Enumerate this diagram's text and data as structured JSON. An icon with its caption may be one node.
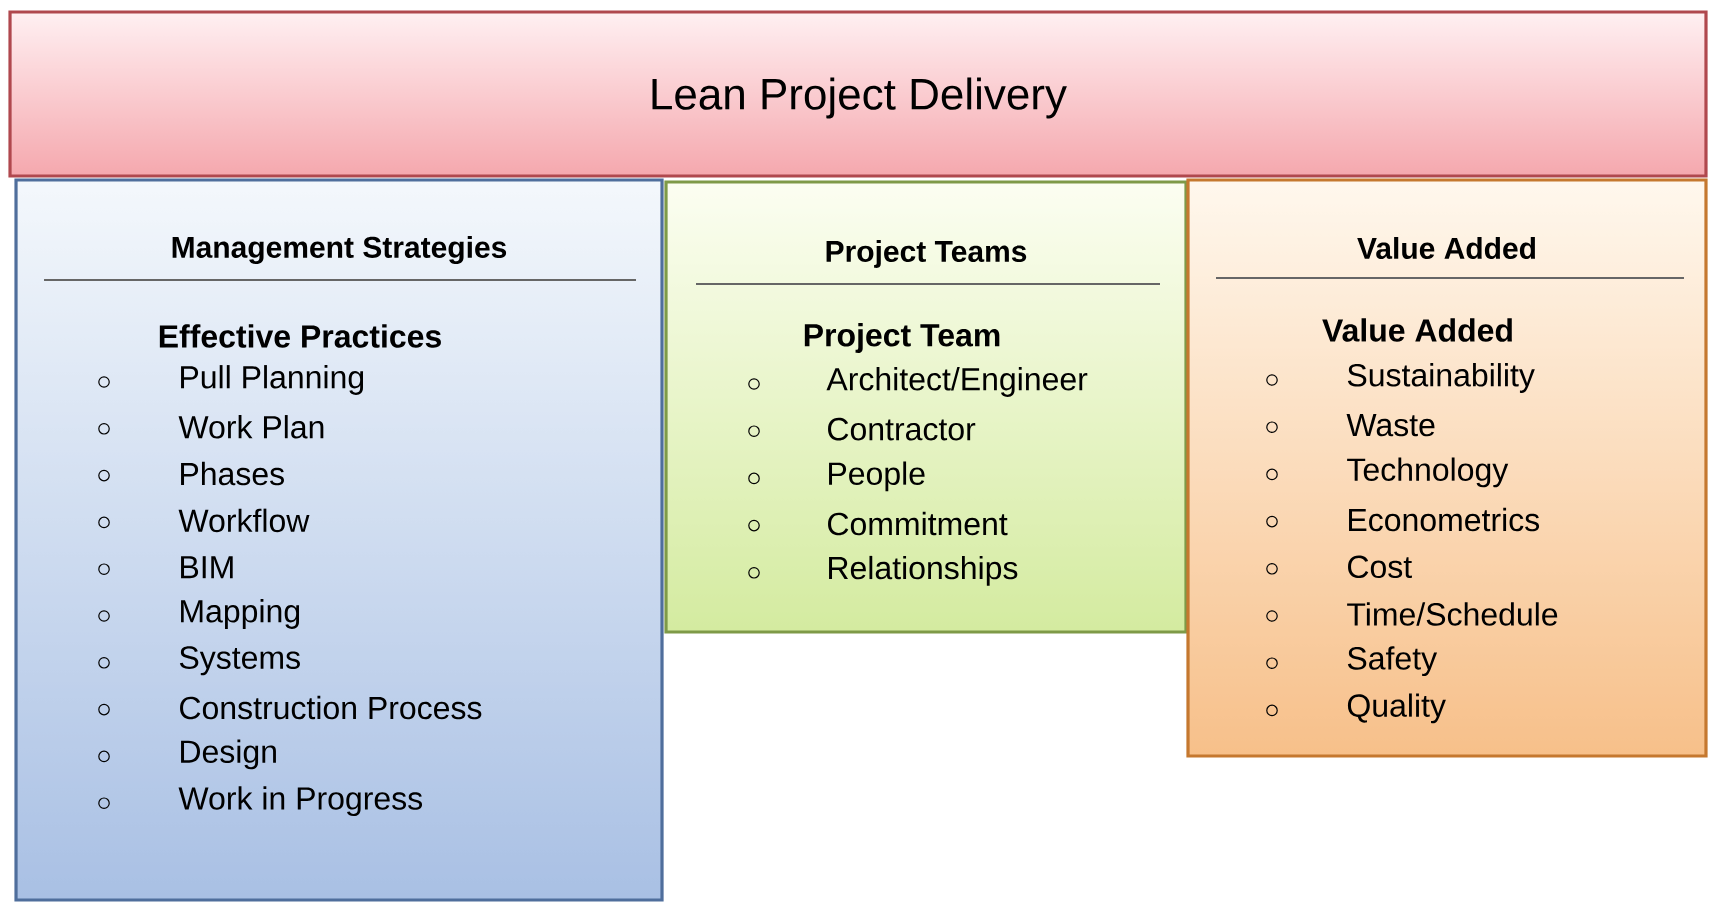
{
  "diagram": {
    "nodes": [
      {
        "text": [
          "Lean Project Delivery"
        ]
      },
      {
        "text": [
          "Management Strategies",
          "Effective Practices",
          "Pull Planning",
          "Work Plan",
          "Phases",
          "Workflow",
          "BIM",
          "Mapping",
          "Systems",
          "Construction Process",
          "Design",
          "Work in Progress"
        ]
      },
      {
        "text": [
          "Project Teams",
          "Project Team",
          "Architect/Engineer",
          "Contractor",
          "People",
          "Commitment",
          "Relationships"
        ]
      },
      {
        "text": [
          "Value Added",
          "Value Added",
          "Sustainability",
          "Waste",
          "Technology",
          "Econometrics",
          "Cost",
          "Time/Schedule",
          "Safety",
          "Quality"
        ]
      }
    ]
  }
}
